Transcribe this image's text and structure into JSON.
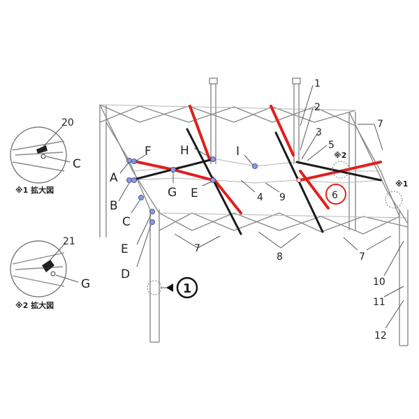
{
  "labels": {
    "A": "A",
    "B": "B",
    "C": "C",
    "D": "D",
    "E": "E",
    "F": "F",
    "G": "G",
    "H": "H",
    "I": "I",
    "E2": "E",
    "G2": "G",
    "n1": "1",
    "n2": "2",
    "n3": "3",
    "n4": "4",
    "n5": "5",
    "n6": "6",
    "n7a": "7",
    "n7b": "7",
    "n7c": "7",
    "n8": "8",
    "n9": "9",
    "n10": "10",
    "n11": "11",
    "n12": "12",
    "n20": "20",
    "n21": "21",
    "ref1": "※1",
    "ref2": "※2"
  },
  "insets": {
    "one": {
      "caption": "※1 拡大図",
      "part": "20",
      "letter": "C"
    },
    "two": {
      "caption": "※2 拡大図",
      "part": "21",
      "letter": "G"
    }
  },
  "callout": {
    "symbol": "1"
  },
  "colors": {
    "highlight": "#e0201e",
    "dark": "#1a1a1a",
    "node": "#8f9ad8",
    "frame": "#8a8a8a"
  }
}
